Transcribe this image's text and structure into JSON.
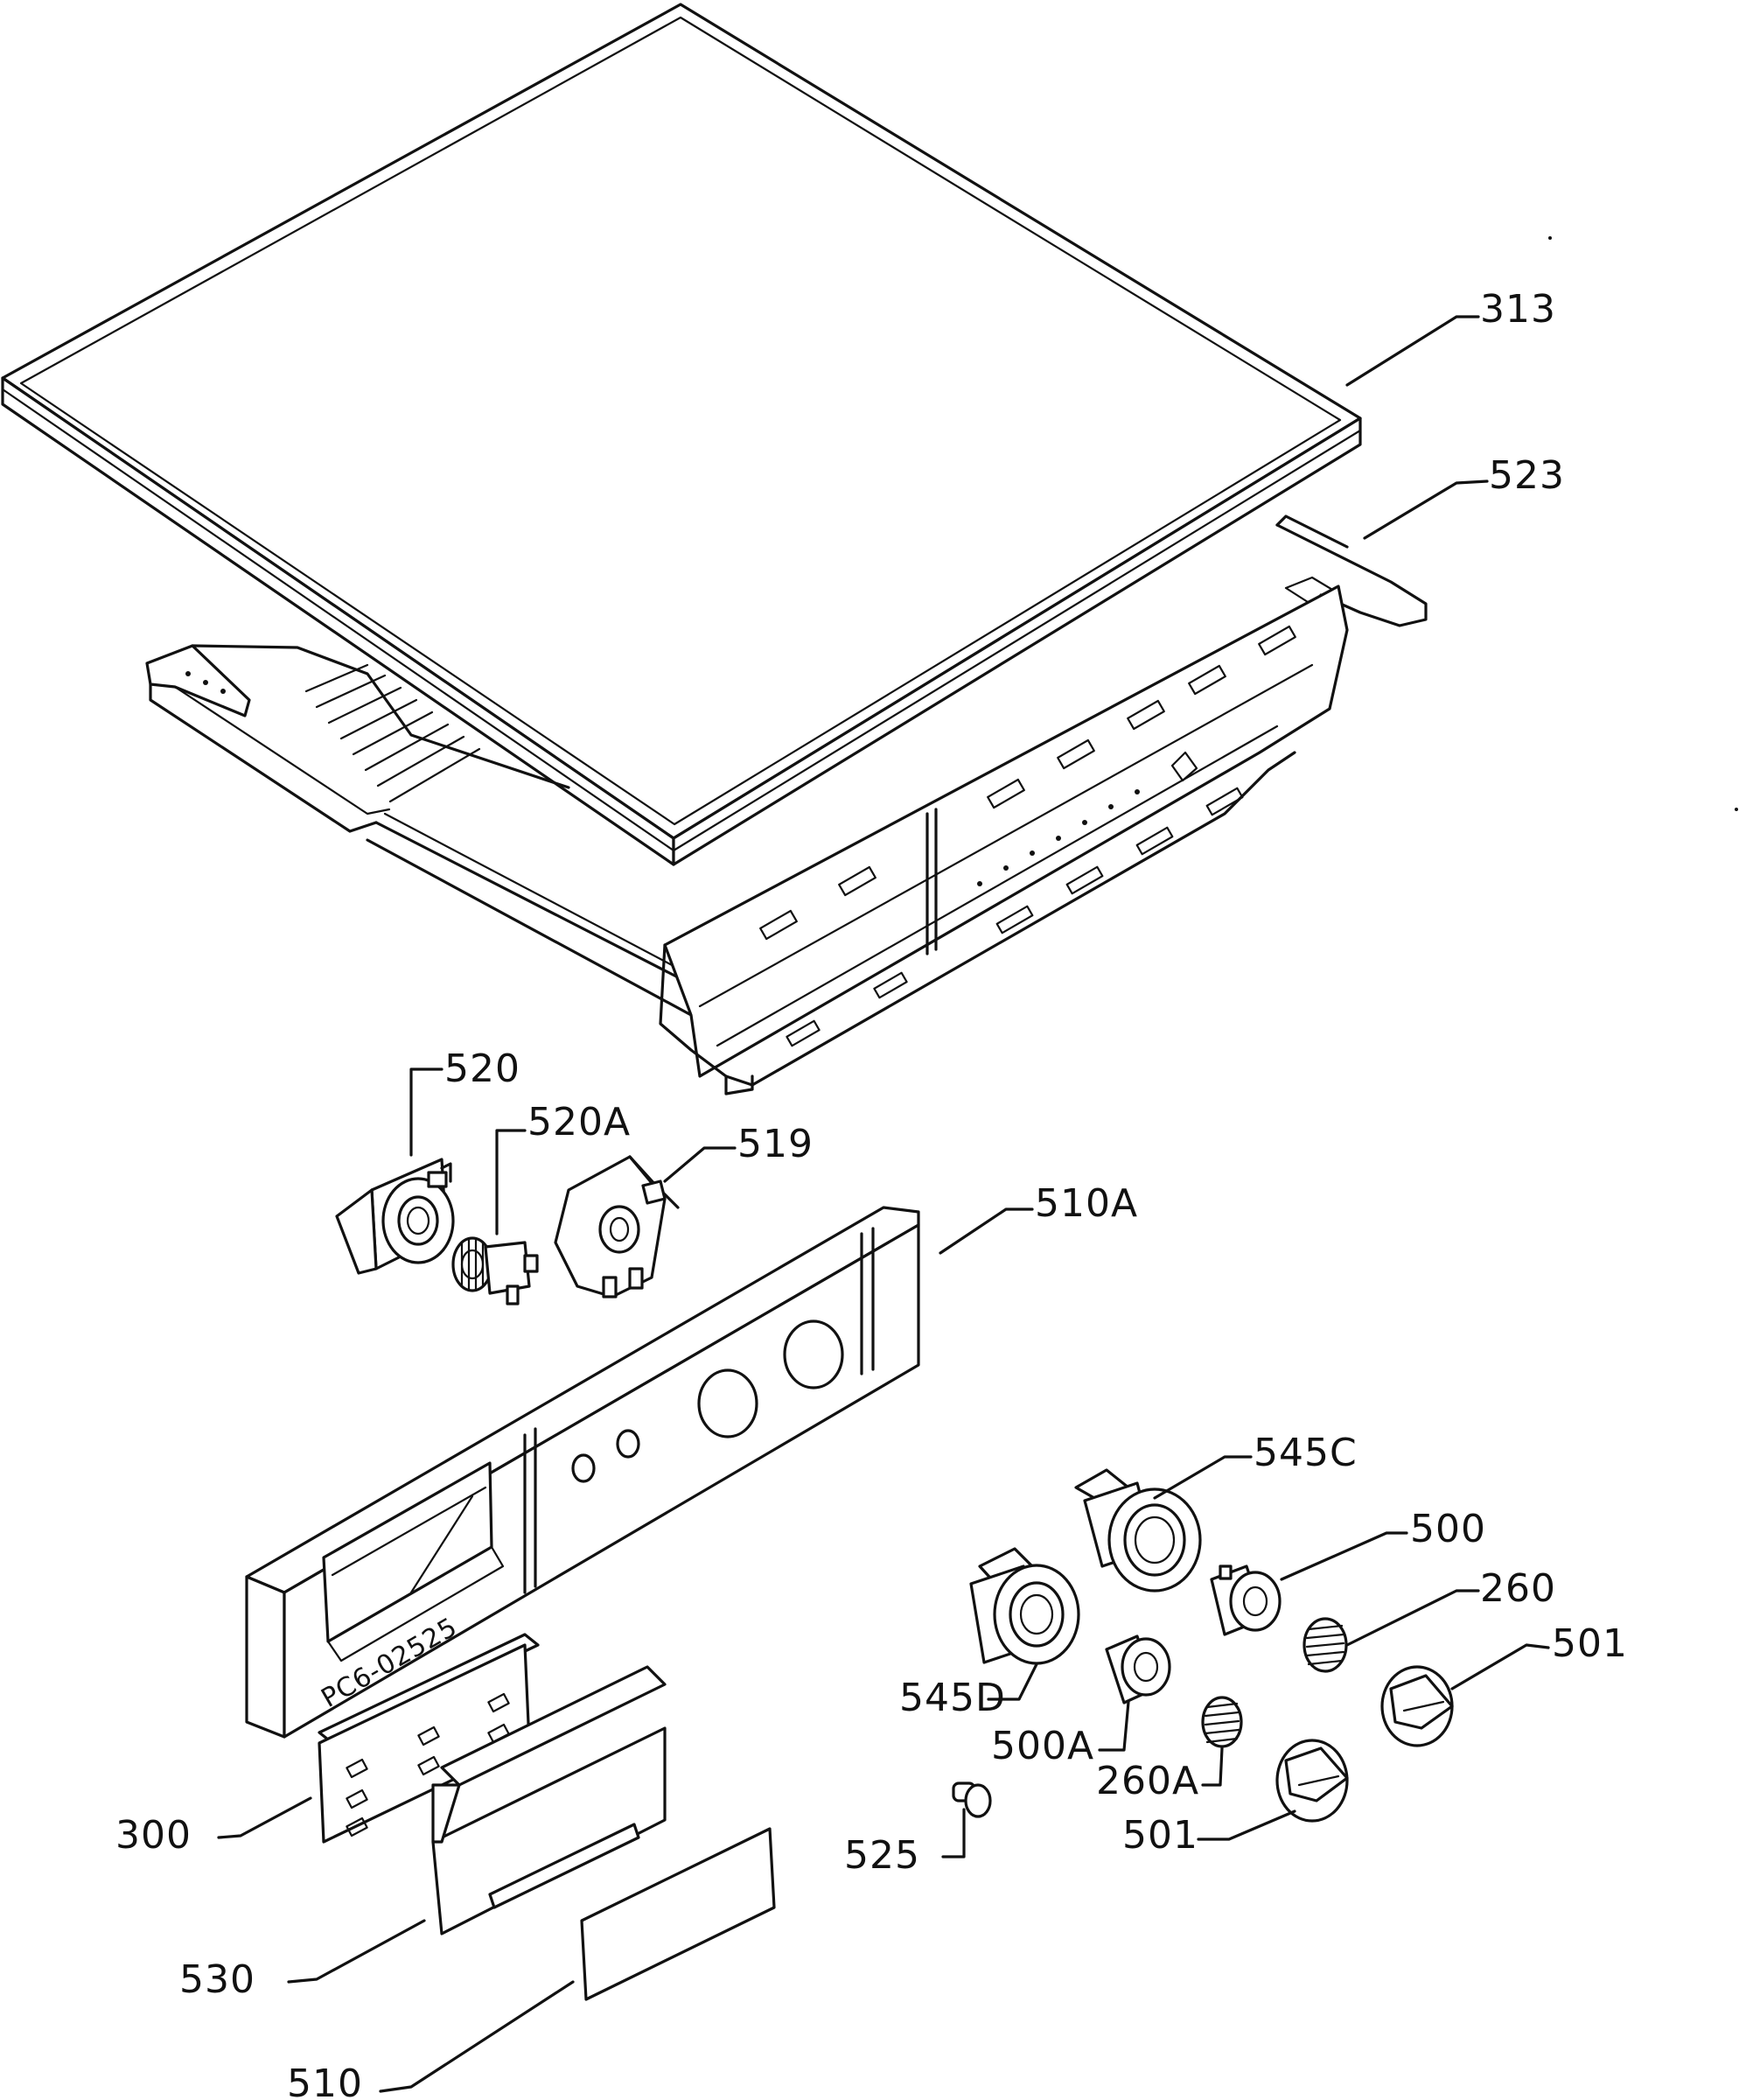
{
  "drawing_marking": "PC6-02525",
  "callouts": {
    "p313": "313",
    "p523": "523",
    "p520": "520",
    "p520A": "520A",
    "p519": "519",
    "p510A": "510A",
    "p545C": "545C",
    "p500": "500",
    "p260": "260",
    "p501_upper": "501",
    "p545D": "545D",
    "p500A": "500A",
    "p260A": "260A",
    "p501_lower": "501",
    "p525": "525",
    "p300": "300",
    "p530": "530",
    "p510": "510"
  }
}
